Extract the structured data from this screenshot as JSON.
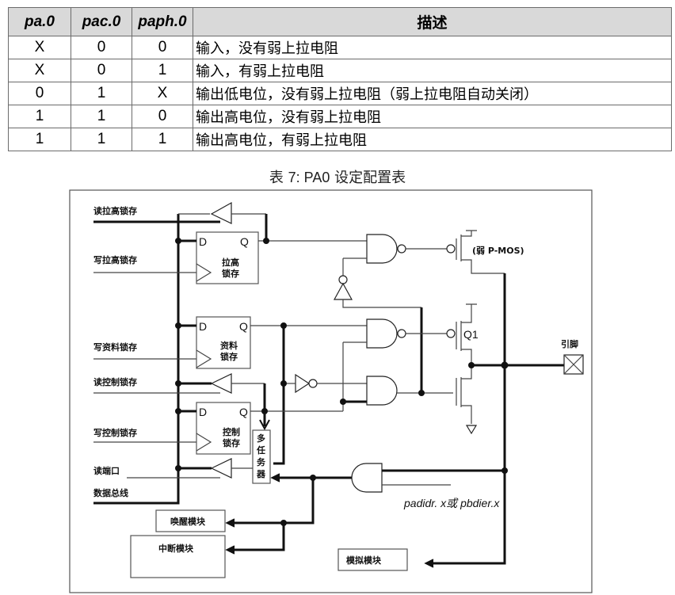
{
  "table": {
    "headers": [
      "pa.0",
      "pac.0",
      "paph.0",
      "描述"
    ],
    "rows": [
      [
        "X",
        "0",
        "0",
        "输入，没有弱上拉电阻"
      ],
      [
        "X",
        "0",
        "1",
        "输入，有弱上拉电阻"
      ],
      [
        "0",
        "1",
        "X",
        "输出低电位，没有弱上拉电阻（弱上拉电阻自动关闭）"
      ],
      [
        "1",
        "1",
        "0",
        "输出高电位，没有弱上拉电阻"
      ],
      [
        "1",
        "1",
        "1",
        "输出高电位，有弱上拉电阻"
      ]
    ]
  },
  "caption": {
    "prefix": "表",
    "label": "7: PA0",
    "title": "设定配置表"
  },
  "diagram": {
    "signals": {
      "read_pullup_latch": "读拉高锁存",
      "write_pullup_latch": "写拉高锁存",
      "write_data_latch": "写资料锁存",
      "read_control_latch": "读控制锁存",
      "write_control_latch": "写控制锁存",
      "read_port": "读端口",
      "data_bus": "数据总线"
    },
    "latches": {
      "pullup": {
        "d": "D",
        "q": "Q",
        "line1": "拉高",
        "line2": "锁存"
      },
      "data": {
        "d": "D",
        "q": "Q",
        "line1": "资料",
        "line2": "锁存"
      },
      "control": {
        "d": "D",
        "q": "Q",
        "line1": "控制",
        "line2": "锁存"
      }
    },
    "mux": [
      "多",
      "任",
      "务",
      "器"
    ],
    "weak_pmos": "(弱 P-MOS)",
    "q1": "Q1",
    "pin": "引脚",
    "enable_label": "padidr. x或 pbdier.x",
    "modules": {
      "wakeup": "唤醒模块",
      "interrupt": "中断模块",
      "analog": "模拟模块"
    }
  }
}
